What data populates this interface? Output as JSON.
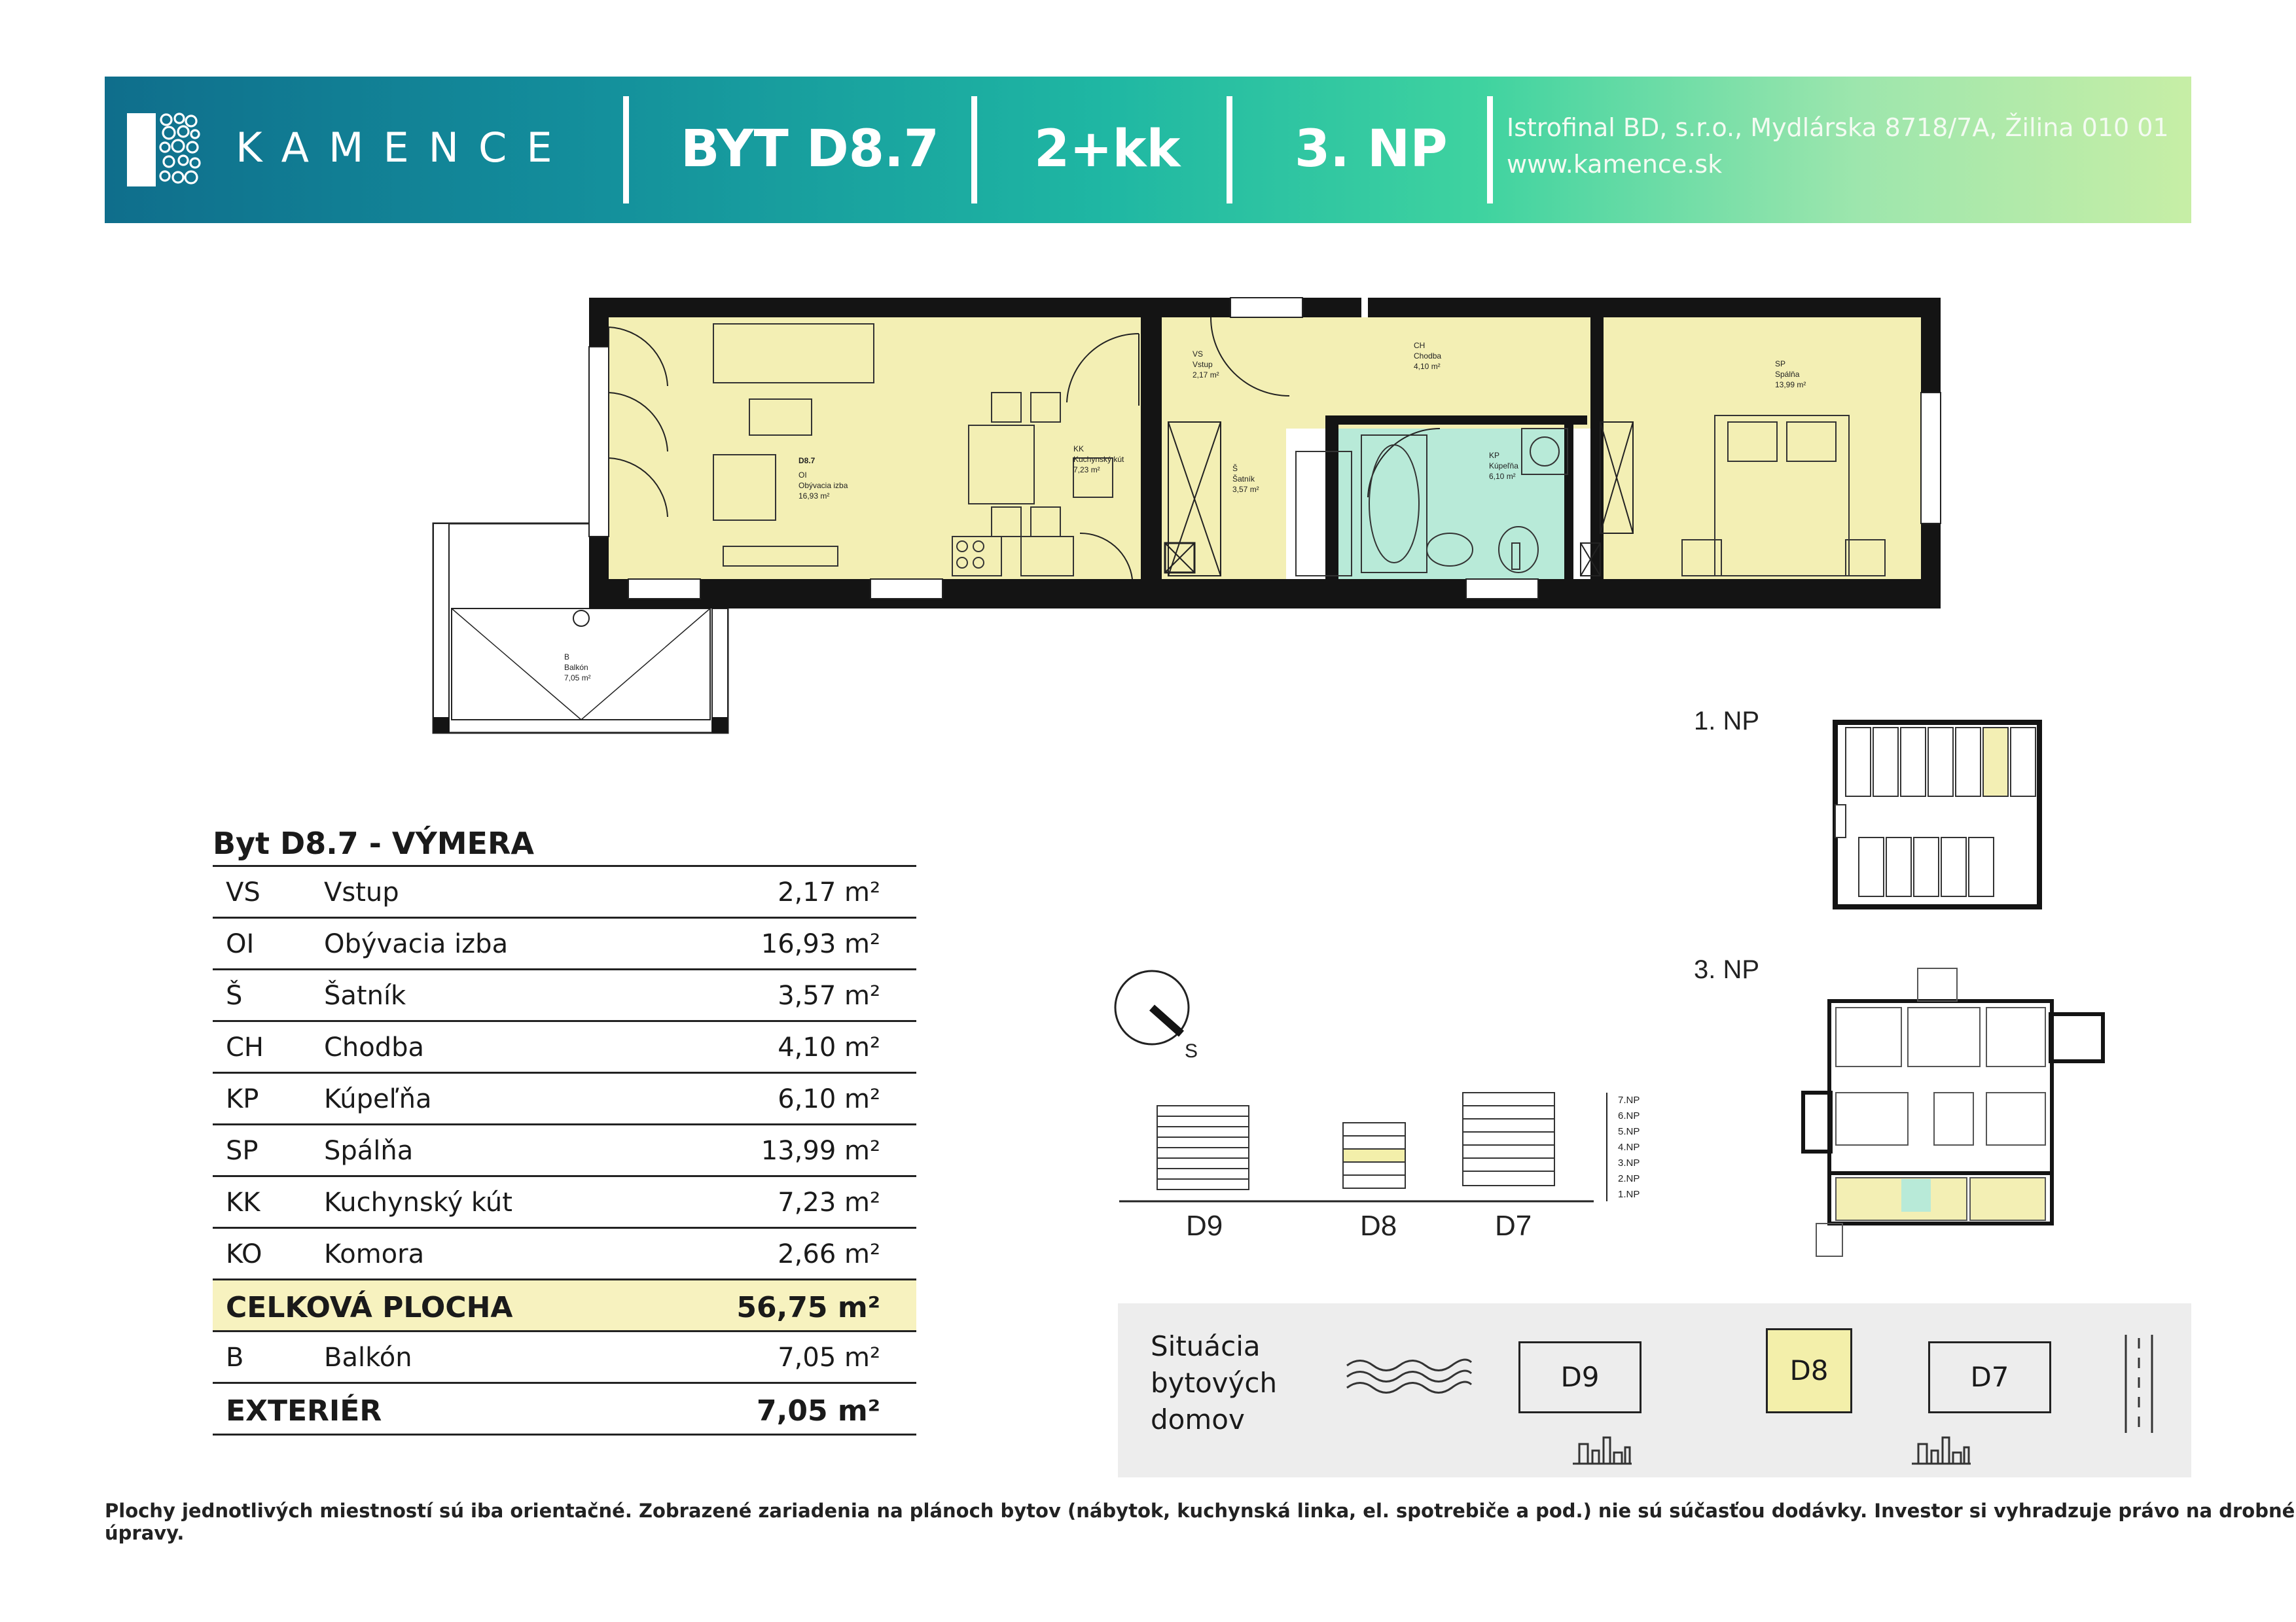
{
  "header": {
    "brand": "KAMENCE",
    "unit": "BYT D8.7",
    "layout": "2+kk",
    "floor": "3. NP",
    "company": "Istrofinal BD, s.r.o., Mydlárska 8718/7A, Žilina  010 01",
    "website": "www.kamence.sk"
  },
  "plan": {
    "unit_id": "D8.7",
    "rooms": {
      "oi": {
        "code": "OI",
        "name": "Obývacia izba",
        "area": "16,93 m²"
      },
      "kk": {
        "code": "KK",
        "name": "Kuchynský kút",
        "area": "7,23 m²"
      },
      "vs": {
        "code": "VS",
        "name": "Vstup",
        "area": "2,17 m²"
      },
      "s": {
        "code": "Š",
        "name": "Šatník",
        "area": "3,57 m²"
      },
      "ch": {
        "code": "CH",
        "name": "Chodba",
        "area": "4,10 m²"
      },
      "kp": {
        "code": "KP",
        "name": "Kúpeľňa",
        "area": "6,10 m²"
      },
      "sp": {
        "code": "SP",
        "name": "Spálňa",
        "area": "13,99 m²"
      },
      "b": {
        "code": "B",
        "name": "Balkón",
        "area": "7,05 m²"
      }
    }
  },
  "table": {
    "title": "Byt D8.7 - VÝMERA",
    "rows": [
      {
        "code": "VS",
        "name": "Vstup",
        "area": "2,17 m²"
      },
      {
        "code": "OI",
        "name": "Obývacia izba",
        "area": "16,93 m²"
      },
      {
        "code": "Š",
        "name": "Šatník",
        "area": "3,57 m²"
      },
      {
        "code": "CH",
        "name": "Chodba",
        "area": "4,10 m²"
      },
      {
        "code": "KP",
        "name": "Kúpeľňa",
        "area": "6,10 m²"
      },
      {
        "code": "SP",
        "name": "Spálňa",
        "area": "13,99 m²"
      },
      {
        "code": "KK",
        "name": "Kuchynský kút",
        "area": "7,23 m²"
      },
      {
        "code": "KO",
        "name": "Komora",
        "area": "2,66 m²"
      }
    ],
    "total": {
      "label": "CELKOVÁ PLOCHA",
      "area": "56,75 m²"
    },
    "balcony": {
      "code": "B",
      "name": "Balkón",
      "area": "7,05 m²"
    },
    "exterior": {
      "label": "EXTERIÉR",
      "area": "7,05 m²"
    }
  },
  "keyplans": {
    "first": "1. NP",
    "third": "3. NP"
  },
  "compass": {
    "label": "S"
  },
  "elevation": {
    "floors": [
      "7.NP",
      "6.NP",
      "5.NP",
      "4.NP",
      "3.NP",
      "2.NP",
      "1.NP"
    ],
    "buildings": [
      "D9",
      "D8",
      "D7"
    ],
    "highlight_color": "#f3efaa"
  },
  "situacia": {
    "title_lines": [
      "Situácia",
      "bytových",
      "domov"
    ],
    "buildings": [
      "D9",
      "D8",
      "D7"
    ]
  },
  "footer": "Plochy jednotlivých miestností sú iba orientačné. Zobrazené zariadenia na plánoch bytov (nábytok, kuchynská linka, el. spotrebiče a pod.) nie sú súčasťou dodávky. Investor si vyhradzuje právo na drobné úpravy.",
  "colors": {
    "room_fill": "#f3efb4",
    "bath_fill": "#b8ead8",
    "wall": "#141414"
  }
}
